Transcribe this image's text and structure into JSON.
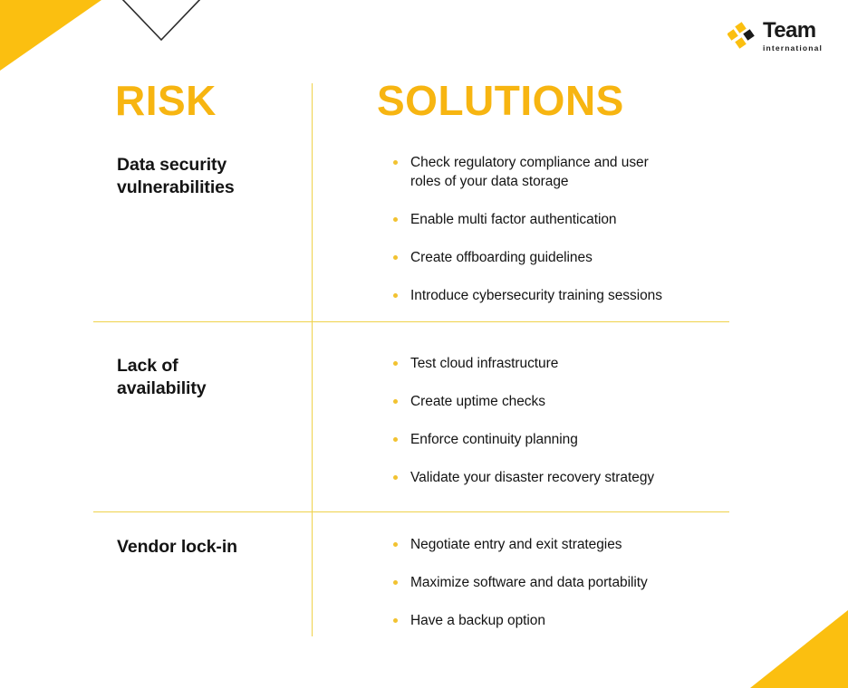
{
  "brand": {
    "logo_word": "Team",
    "logo_sub": "international",
    "logo_mark_icon": "team-diamond-mark-icon",
    "accent_yellow": "#FBBF10",
    "heading_yellow": "#F7B511",
    "rule_yellow": "#EFD24B",
    "bullet_yellow": "#F2C230",
    "text_dark": "#141414"
  },
  "decor": {
    "triangle_top_left_icon": "yellow-triangle-icon",
    "triangle_bottom_right_icon": "yellow-triangle-icon",
    "chevron_icon": "chevron-down-outline-icon"
  },
  "headings": {
    "risk": "RISK",
    "solutions": "SOLUTIONS"
  },
  "rows": [
    {
      "risk": "Data security\nvulnerabilities",
      "solutions": [
        "Check regulatory compliance and user roles of your data storage",
        "Enable multi factor authentication",
        "Create offboarding guidelines",
        "Introduce cybersecurity training sessions"
      ]
    },
    {
      "risk": "Lack of\navailability",
      "solutions": [
        "Test cloud infrastructure",
        "Create uptime checks",
        "Enforce continuity planning",
        "Validate your disaster recovery strategy"
      ]
    },
    {
      "risk": "Vendor lock-in",
      "solutions": [
        "Negotiate entry and exit strategies",
        "Maximize software and data portability",
        "Have a backup option"
      ]
    }
  ]
}
